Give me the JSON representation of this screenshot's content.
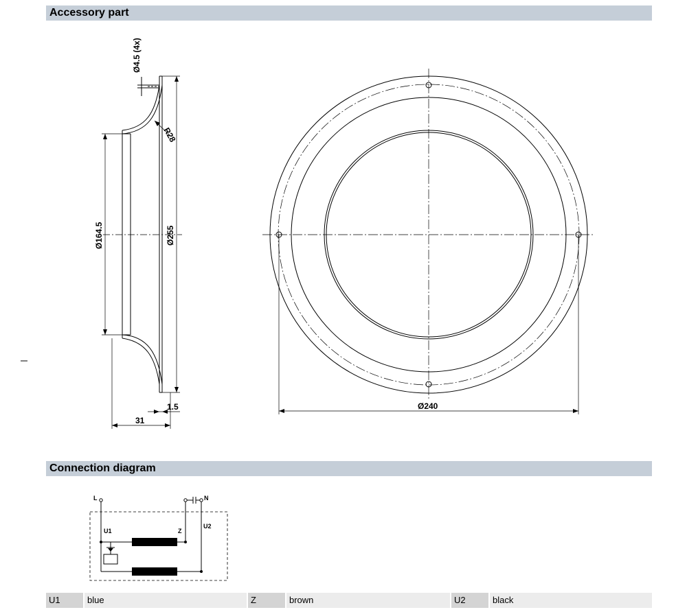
{
  "sections": {
    "accessory_title": "Accessory part",
    "connection_title": "Connection diagram"
  },
  "dimensions": {
    "hole": "Ø4.5 (4x)",
    "radius": "R28",
    "inner_dia": "Ø164.5",
    "outer_dia": "Ø255",
    "thickness": "1.5",
    "depth": "31",
    "pcd": "Ø240"
  },
  "diagram_labels": {
    "L": "L",
    "N": "N",
    "U1": "U1",
    "Z": "Z",
    "U2": "U2"
  },
  "legend": [
    {
      "code": "U1",
      "color": "blue"
    },
    {
      "code": "Z",
      "color": "brown"
    },
    {
      "code": "U2",
      "color": "black"
    }
  ]
}
